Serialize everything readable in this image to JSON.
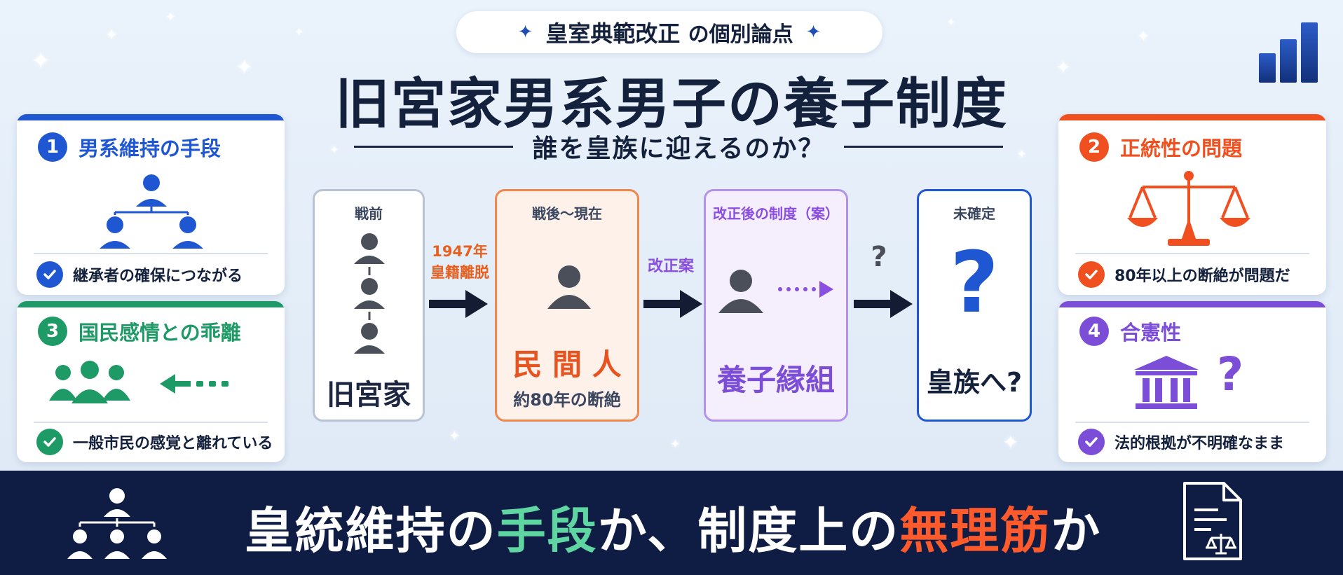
{
  "header": {
    "pill_bold": "皇室典範改正",
    "pill_rest": "の個別論点",
    "title": "旧宮家男系男子の養子制度",
    "subtitle": "誰を皇族に迎えるのか？"
  },
  "cards": {
    "c1": {
      "number": "1",
      "label": "男系維持の手段",
      "check": "継承者の確保につながる",
      "color": "#1f56d1",
      "icon": "family-tree-icon"
    },
    "c2": {
      "number": "2",
      "label": "正統性の問題",
      "check": "80年以上の断絶が問題だ",
      "color": "#f0501f",
      "icon": "scales-icon"
    },
    "c3": {
      "number": "3",
      "label": "国民感情との乖離",
      "check": "一般市民の感覚と離れている",
      "color": "#1e9a66",
      "icon": "crowd-icon"
    },
    "c4": {
      "number": "4",
      "label": "合憲性",
      "check": "法的根拠が不明確なまま",
      "color": "#7c4ed8",
      "icon": "courthouse-icon",
      "mark": "?"
    }
  },
  "flow": {
    "box1": {
      "caption": "戦前",
      "main": "旧宮家"
    },
    "arrow1": {
      "line1": "1947年",
      "line2": "皇籍離脱"
    },
    "box2": {
      "caption": "戦後～現在",
      "main": "民 間 人",
      "sub": "約80年の断絶"
    },
    "arrow2": {
      "label": "改正案"
    },
    "box3": {
      "caption": "改正後の制度（案）",
      "main": "養子縁組"
    },
    "arrow3": {
      "label": "?"
    },
    "box4": {
      "caption": "未確定",
      "mark": "?",
      "main": "皇族へ?"
    }
  },
  "bottom": {
    "part1": "皇統維持の",
    "green": "手段",
    "part2": "か、制度上の",
    "red": "無理筋",
    "part3": "か"
  },
  "colors": {
    "navy": "#0f1d45",
    "blue": "#1f56d1",
    "orange": "#f0501f",
    "green": "#1e9a66",
    "purple": "#7c4ed8"
  }
}
